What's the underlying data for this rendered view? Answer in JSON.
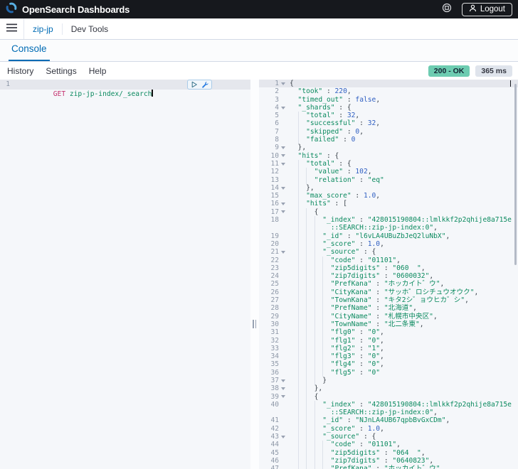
{
  "colors": {
    "header_bg": "#16181d",
    "accent": "#006bb4",
    "method_pink": "#c5316f",
    "string_green": "#0b8a5f",
    "number_blue": "#2f5fc2",
    "success_badge": "#6dccb1"
  },
  "header": {
    "logo_word1": "OpenSearch",
    "logo_word2": "Dashboards",
    "logout_label": "Logout"
  },
  "nav": {
    "breadcrumb_app": "zip-jp",
    "breadcrumb_page": "Dev Tools"
  },
  "tabs": {
    "console_label": "Console"
  },
  "toolbar": {
    "items": [
      {
        "label": "History"
      },
      {
        "label": "Settings"
      },
      {
        "label": "Help"
      }
    ],
    "status_badge": "200 - OK",
    "time_badge": "365 ms"
  },
  "request_editor": {
    "line_number": "1",
    "method": "GET",
    "url": "zip-jp-index/_search"
  },
  "response_editor": {
    "lines": [
      {
        "n": 1,
        "f": true,
        "a": true,
        "l": 0,
        "s": [
          [
            "p",
            "{"
          ]
        ]
      },
      {
        "n": 2,
        "l": 1,
        "s": [
          [
            "k",
            "\"took\""
          ],
          [
            "p",
            " : "
          ],
          [
            "n",
            "220"
          ],
          [
            "p",
            ","
          ]
        ]
      },
      {
        "n": 3,
        "l": 1,
        "s": [
          [
            "k",
            "\"timed_out\""
          ],
          [
            "p",
            " : "
          ],
          [
            "b",
            "false"
          ],
          [
            "p",
            ","
          ]
        ]
      },
      {
        "n": 4,
        "f": true,
        "l": 1,
        "s": [
          [
            "k",
            "\"_shards\""
          ],
          [
            "p",
            " : {"
          ]
        ]
      },
      {
        "n": 5,
        "l": 2,
        "s": [
          [
            "k",
            "\"total\""
          ],
          [
            "p",
            " : "
          ],
          [
            "n",
            "32"
          ],
          [
            "p",
            ","
          ]
        ]
      },
      {
        "n": 6,
        "l": 2,
        "s": [
          [
            "k",
            "\"successful\""
          ],
          [
            "p",
            " : "
          ],
          [
            "n",
            "32"
          ],
          [
            "p",
            ","
          ]
        ]
      },
      {
        "n": 7,
        "l": 2,
        "s": [
          [
            "k",
            "\"skipped\""
          ],
          [
            "p",
            " : "
          ],
          [
            "n",
            "0"
          ],
          [
            "p",
            ","
          ]
        ]
      },
      {
        "n": 8,
        "l": 2,
        "s": [
          [
            "k",
            "\"failed\""
          ],
          [
            "p",
            " : "
          ],
          [
            "n",
            "0"
          ]
        ]
      },
      {
        "n": 9,
        "f": true,
        "l": 1,
        "s": [
          [
            "p",
            "},"
          ]
        ]
      },
      {
        "n": 10,
        "f": true,
        "l": 1,
        "s": [
          [
            "k",
            "\"hits\""
          ],
          [
            "p",
            " : {"
          ]
        ]
      },
      {
        "n": 11,
        "f": true,
        "l": 2,
        "s": [
          [
            "k",
            "\"total\""
          ],
          [
            "p",
            " : {"
          ]
        ]
      },
      {
        "n": 12,
        "l": 3,
        "s": [
          [
            "k",
            "\"value\""
          ],
          [
            "p",
            " : "
          ],
          [
            "n",
            "102"
          ],
          [
            "p",
            ","
          ]
        ]
      },
      {
        "n": 13,
        "l": 3,
        "s": [
          [
            "k",
            "\"relation\""
          ],
          [
            "p",
            " : "
          ],
          [
            "k",
            "\"eq\""
          ]
        ]
      },
      {
        "n": 14,
        "f": true,
        "l": 2,
        "s": [
          [
            "p",
            "},"
          ]
        ]
      },
      {
        "n": 15,
        "l": 2,
        "s": [
          [
            "k",
            "\"max_score\""
          ],
          [
            "p",
            " : "
          ],
          [
            "n",
            "1.0"
          ],
          [
            "p",
            ","
          ]
        ]
      },
      {
        "n": 16,
        "f": true,
        "l": 2,
        "s": [
          [
            "k",
            "\"hits\""
          ],
          [
            "p",
            " : ["
          ]
        ]
      },
      {
        "n": 17,
        "f": true,
        "l": 3,
        "s": [
          [
            "p",
            "{"
          ]
        ]
      },
      {
        "n": 18,
        "l": 4,
        "s": [
          [
            "k",
            "\"_index\""
          ],
          [
            "p",
            " : "
          ],
          [
            "k",
            "\"428015190804::lmlkkf2p2qhije8a715e"
          ]
        ],
        "w": [
          [
            "k",
            "::SEARCH::zip-jp-index:0\""
          ],
          [
            "p",
            ","
          ]
        ]
      },
      {
        "n": 19,
        "l": 4,
        "s": [
          [
            "k",
            "\"_id\""
          ],
          [
            "p",
            " : "
          ],
          [
            "k",
            "\"l6vLA4UBuZbJeQ2luNbX\""
          ],
          [
            "p",
            ","
          ]
        ]
      },
      {
        "n": 20,
        "l": 4,
        "s": [
          [
            "k",
            "\"_score\""
          ],
          [
            "p",
            " : "
          ],
          [
            "n",
            "1.0"
          ],
          [
            "p",
            ","
          ]
        ]
      },
      {
        "n": 21,
        "f": true,
        "l": 4,
        "s": [
          [
            "k",
            "\"_source\""
          ],
          [
            "p",
            " : {"
          ]
        ]
      },
      {
        "n": 22,
        "l": 5,
        "s": [
          [
            "k",
            "\"code\""
          ],
          [
            "p",
            " : "
          ],
          [
            "k",
            "\"01101\""
          ],
          [
            "p",
            ","
          ]
        ]
      },
      {
        "n": 23,
        "l": 5,
        "s": [
          [
            "k",
            "\"zip5digits\""
          ],
          [
            "p",
            " : "
          ],
          [
            "k",
            "\"060  \""
          ],
          [
            "p",
            ","
          ]
        ]
      },
      {
        "n": 24,
        "l": 5,
        "s": [
          [
            "k",
            "\"zip7digits\""
          ],
          [
            "p",
            " : "
          ],
          [
            "k",
            "\"0600032\""
          ],
          [
            "p",
            ","
          ]
        ]
      },
      {
        "n": 25,
        "l": 5,
        "s": [
          [
            "k",
            "\"PrefKana\""
          ],
          [
            "p",
            " : "
          ],
          [
            "k",
            "\"ホッカイト゛ウ\""
          ],
          [
            "p",
            ","
          ]
        ]
      },
      {
        "n": 26,
        "l": 5,
        "s": [
          [
            "k",
            "\"CityKana\""
          ],
          [
            "p",
            " : "
          ],
          [
            "k",
            "\"サッホ゜ロシチュウオウク\""
          ],
          [
            "p",
            ","
          ]
        ]
      },
      {
        "n": 27,
        "l": 5,
        "s": [
          [
            "k",
            "\"TownKana\""
          ],
          [
            "p",
            " : "
          ],
          [
            "k",
            "\"キタ2シ゛ョウヒカ゛シ\""
          ],
          [
            "p",
            ","
          ]
        ]
      },
      {
        "n": 28,
        "l": 5,
        "s": [
          [
            "k",
            "\"PrefName\""
          ],
          [
            "p",
            " : "
          ],
          [
            "k",
            "\"北海道\""
          ],
          [
            "p",
            ","
          ]
        ]
      },
      {
        "n": 29,
        "l": 5,
        "s": [
          [
            "k",
            "\"CityName\""
          ],
          [
            "p",
            " : "
          ],
          [
            "k",
            "\"札幌市中央区\""
          ],
          [
            "p",
            ","
          ]
        ]
      },
      {
        "n": 30,
        "l": 5,
        "s": [
          [
            "k",
            "\"TownName\""
          ],
          [
            "p",
            " : "
          ],
          [
            "k",
            "\"北二条東\""
          ],
          [
            "p",
            ","
          ]
        ]
      },
      {
        "n": 31,
        "l": 5,
        "s": [
          [
            "k",
            "\"flg0\""
          ],
          [
            "p",
            " : "
          ],
          [
            "k",
            "\"0\""
          ],
          [
            "p",
            ","
          ]
        ]
      },
      {
        "n": 32,
        "l": 5,
        "s": [
          [
            "k",
            "\"flg1\""
          ],
          [
            "p",
            " : "
          ],
          [
            "k",
            "\"0\""
          ],
          [
            "p",
            ","
          ]
        ]
      },
      {
        "n": 33,
        "l": 5,
        "s": [
          [
            "k",
            "\"flg2\""
          ],
          [
            "p",
            " : "
          ],
          [
            "k",
            "\"1\""
          ],
          [
            "p",
            ","
          ]
        ]
      },
      {
        "n": 34,
        "l": 5,
        "s": [
          [
            "k",
            "\"flg3\""
          ],
          [
            "p",
            " : "
          ],
          [
            "k",
            "\"0\""
          ],
          [
            "p",
            ","
          ]
        ]
      },
      {
        "n": 35,
        "l": 5,
        "s": [
          [
            "k",
            "\"flg4\""
          ],
          [
            "p",
            " : "
          ],
          [
            "k",
            "\"0\""
          ],
          [
            "p",
            ","
          ]
        ]
      },
      {
        "n": 36,
        "l": 5,
        "s": [
          [
            "k",
            "\"flg5\""
          ],
          [
            "p",
            " : "
          ],
          [
            "k",
            "\"0\""
          ]
        ]
      },
      {
        "n": 37,
        "f": true,
        "l": 4,
        "s": [
          [
            "p",
            "}"
          ]
        ]
      },
      {
        "n": 38,
        "f": true,
        "l": 3,
        "s": [
          [
            "p",
            "},"
          ]
        ]
      },
      {
        "n": 39,
        "f": true,
        "l": 3,
        "s": [
          [
            "p",
            "{"
          ]
        ]
      },
      {
        "n": 40,
        "l": 4,
        "s": [
          [
            "k",
            "\"_index\""
          ],
          [
            "p",
            " : "
          ],
          [
            "k",
            "\"428015190804::lmlkkf2p2qhije8a715e"
          ]
        ],
        "w": [
          [
            "k",
            "::SEARCH::zip-jp-index:0\""
          ],
          [
            "p",
            ","
          ]
        ]
      },
      {
        "n": 41,
        "l": 4,
        "s": [
          [
            "k",
            "\"_id\""
          ],
          [
            "p",
            " : "
          ],
          [
            "k",
            "\"NJnLA4UB67qpbBvGxCDm\""
          ],
          [
            "p",
            ","
          ]
        ]
      },
      {
        "n": 42,
        "l": 4,
        "s": [
          [
            "k",
            "\"_score\""
          ],
          [
            "p",
            " : "
          ],
          [
            "n",
            "1.0"
          ],
          [
            "p",
            ","
          ]
        ]
      },
      {
        "n": 43,
        "f": true,
        "l": 4,
        "s": [
          [
            "k",
            "\"_source\""
          ],
          [
            "p",
            " : {"
          ]
        ]
      },
      {
        "n": 44,
        "l": 5,
        "s": [
          [
            "k",
            "\"code\""
          ],
          [
            "p",
            " : "
          ],
          [
            "k",
            "\"01101\""
          ],
          [
            "p",
            ","
          ]
        ]
      },
      {
        "n": 45,
        "l": 5,
        "s": [
          [
            "k",
            "\"zip5digits\""
          ],
          [
            "p",
            " : "
          ],
          [
            "k",
            "\"064  \""
          ],
          [
            "p",
            ","
          ]
        ]
      },
      {
        "n": 46,
        "l": 5,
        "s": [
          [
            "k",
            "\"zip7digits\""
          ],
          [
            "p",
            " : "
          ],
          [
            "k",
            "\"0640823\""
          ],
          [
            "p",
            ","
          ]
        ]
      },
      {
        "n": 47,
        "l": 5,
        "s": [
          [
            "k",
            "\"PrefKana\""
          ],
          [
            "p",
            " : "
          ],
          [
            "k",
            "\"ホッカイト゛ウ\""
          ],
          [
            "p",
            ","
          ]
        ]
      }
    ]
  }
}
